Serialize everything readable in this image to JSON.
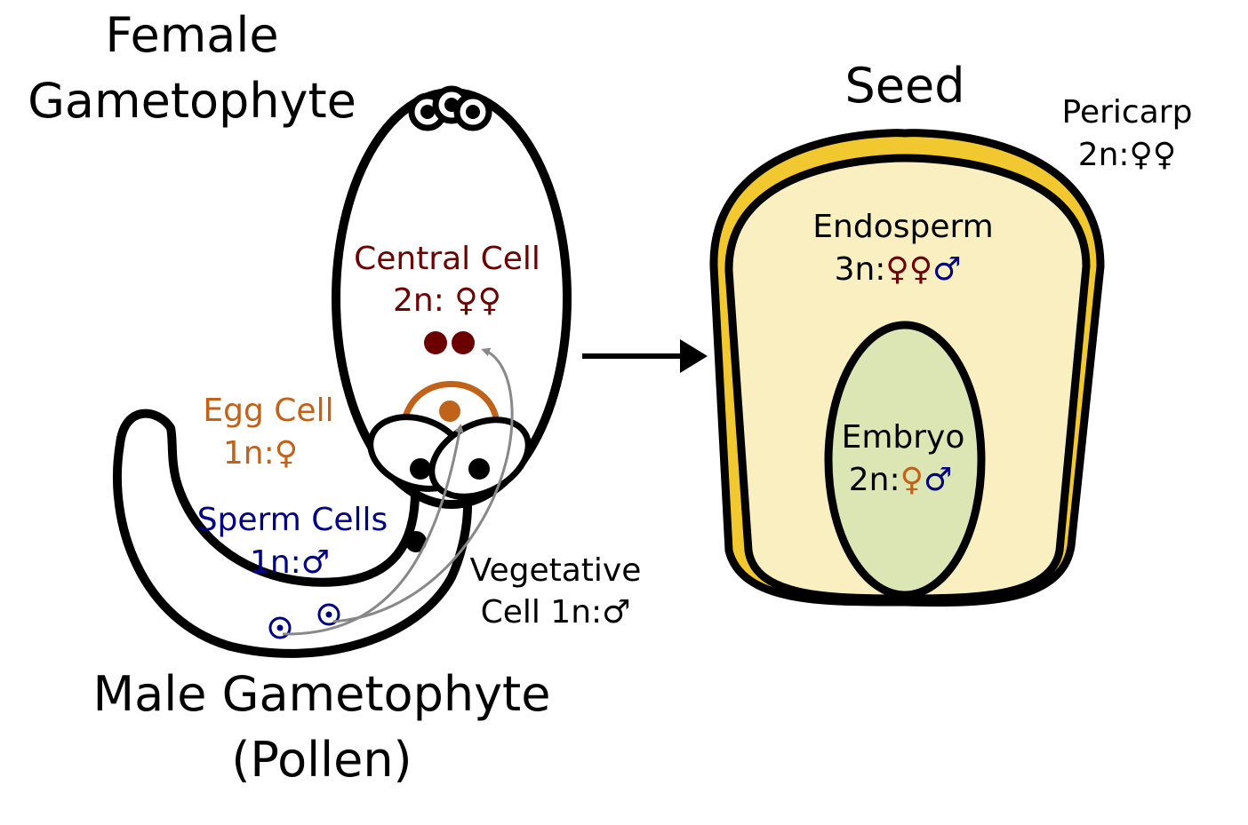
{
  "labels": {
    "female_title_line1": "Female",
    "female_title_line2": "Gametophyte",
    "male_title_line1": "Male Gametophyte",
    "male_title_line2": "(Pollen)",
    "seed_title": "Seed",
    "central_cell_name": "Central Cell",
    "central_cell_ploidy": "2n: ♀♀",
    "egg_cell_name": "Egg Cell",
    "egg_cell_ploidy": "1n:♀",
    "sperm_cells_name": "Sperm Cells",
    "sperm_cells_ploidy": "1n:♂",
    "vegetative_cell_line1": "Vegetative",
    "vegetative_cell_line2": "Cell 1n:♂",
    "pericarp_name": "Pericarp",
    "pericarp_ploidy": "2n:♀♀",
    "endosperm_name": "Endosperm",
    "endosperm_ploidy_prefix": "3n:",
    "endosperm_ploidy_female": "♀♀",
    "endosperm_ploidy_male": "♂",
    "embryo_name": "Embryo",
    "embryo_ploidy_prefix": "2n:",
    "embryo_ploidy_female": "♀",
    "embryo_ploidy_male": "♂"
  },
  "colors": {
    "central_cell": "#6b0000",
    "egg_cell": "#c0621a",
    "sperm_cells": "#000080",
    "outline": "#000000",
    "pollen_tube_path": "#888888",
    "pericarp_fill": "#f2c830",
    "endosperm_fill": "#faefc0",
    "embryo_fill": "#dce6b4"
  }
}
